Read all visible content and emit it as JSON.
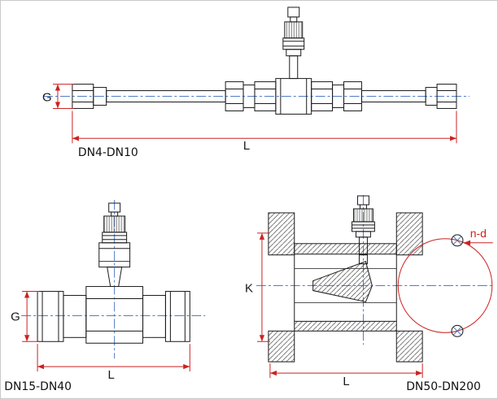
{
  "colors": {
    "outline": "#1a1a1a",
    "dimension": "#cc2222",
    "centerline": "#3a6bbf",
    "background": "#ffffff"
  },
  "views": {
    "top": {
      "label": "DN4-DN10",
      "dims": {
        "g": "G",
        "l": "L"
      }
    },
    "bottom_left": {
      "label": "DN15-DN40",
      "dims": {
        "g": "G",
        "l": "L"
      }
    },
    "bottom_right": {
      "label": "DN50-DN200",
      "dims": {
        "k": "K",
        "l": "L",
        "bolt_holes": "n-d"
      }
    }
  }
}
